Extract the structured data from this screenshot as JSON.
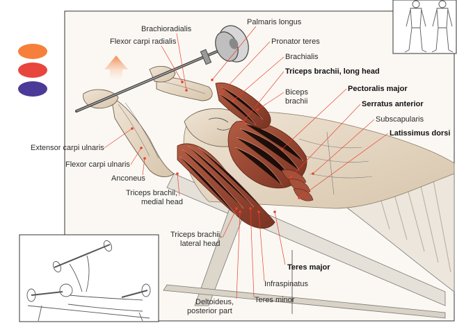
{
  "legend": {
    "colors": [
      "#f6803b",
      "#e8453c",
      "#4b3a97"
    ],
    "arrow_color": "#f08a4e"
  },
  "labels": {
    "brachioradialis": "Brachioradialis",
    "palmaris_longus": "Palmaris longus",
    "flexor_carpi_radialis": "Flexor carpi radialis",
    "pronator_teres": "Pronator teres",
    "brachialis": "Brachialis",
    "triceps_long_head": "Triceps brachii, long head",
    "biceps_line1": "Biceps",
    "biceps_line2": "brachii",
    "pectoralis_major": "Pectoralis major",
    "serratus_anterior": "Serratus anterior",
    "subscapularis": "Subscapularis",
    "latissimus_dorsi": "Latissimus dorsi",
    "extensor_carpi_ulnaris": "Extensor carpi ulnaris",
    "flexor_carpi_ulnaris": "Flexor carpi ulnaris",
    "anconeus": "Anconeus",
    "triceps_medial_line1": "Triceps brachii,",
    "triceps_medial_line2": "medial head",
    "triceps_lateral_line1": "Triceps brachii,",
    "triceps_lateral_line2": "lateral head",
    "teres_major": "Teres major",
    "infraspinatus": "Infraspinatus",
    "deltoideus_line1": "Deltoideus,",
    "deltoideus_line2": "posterior part",
    "teres_minor": "Teres minor"
  },
  "colors": {
    "muscle": "#9a4a34",
    "muscle_light": "#c7806a",
    "leader": "#e8402e",
    "skin": "#e9dcc9"
  }
}
